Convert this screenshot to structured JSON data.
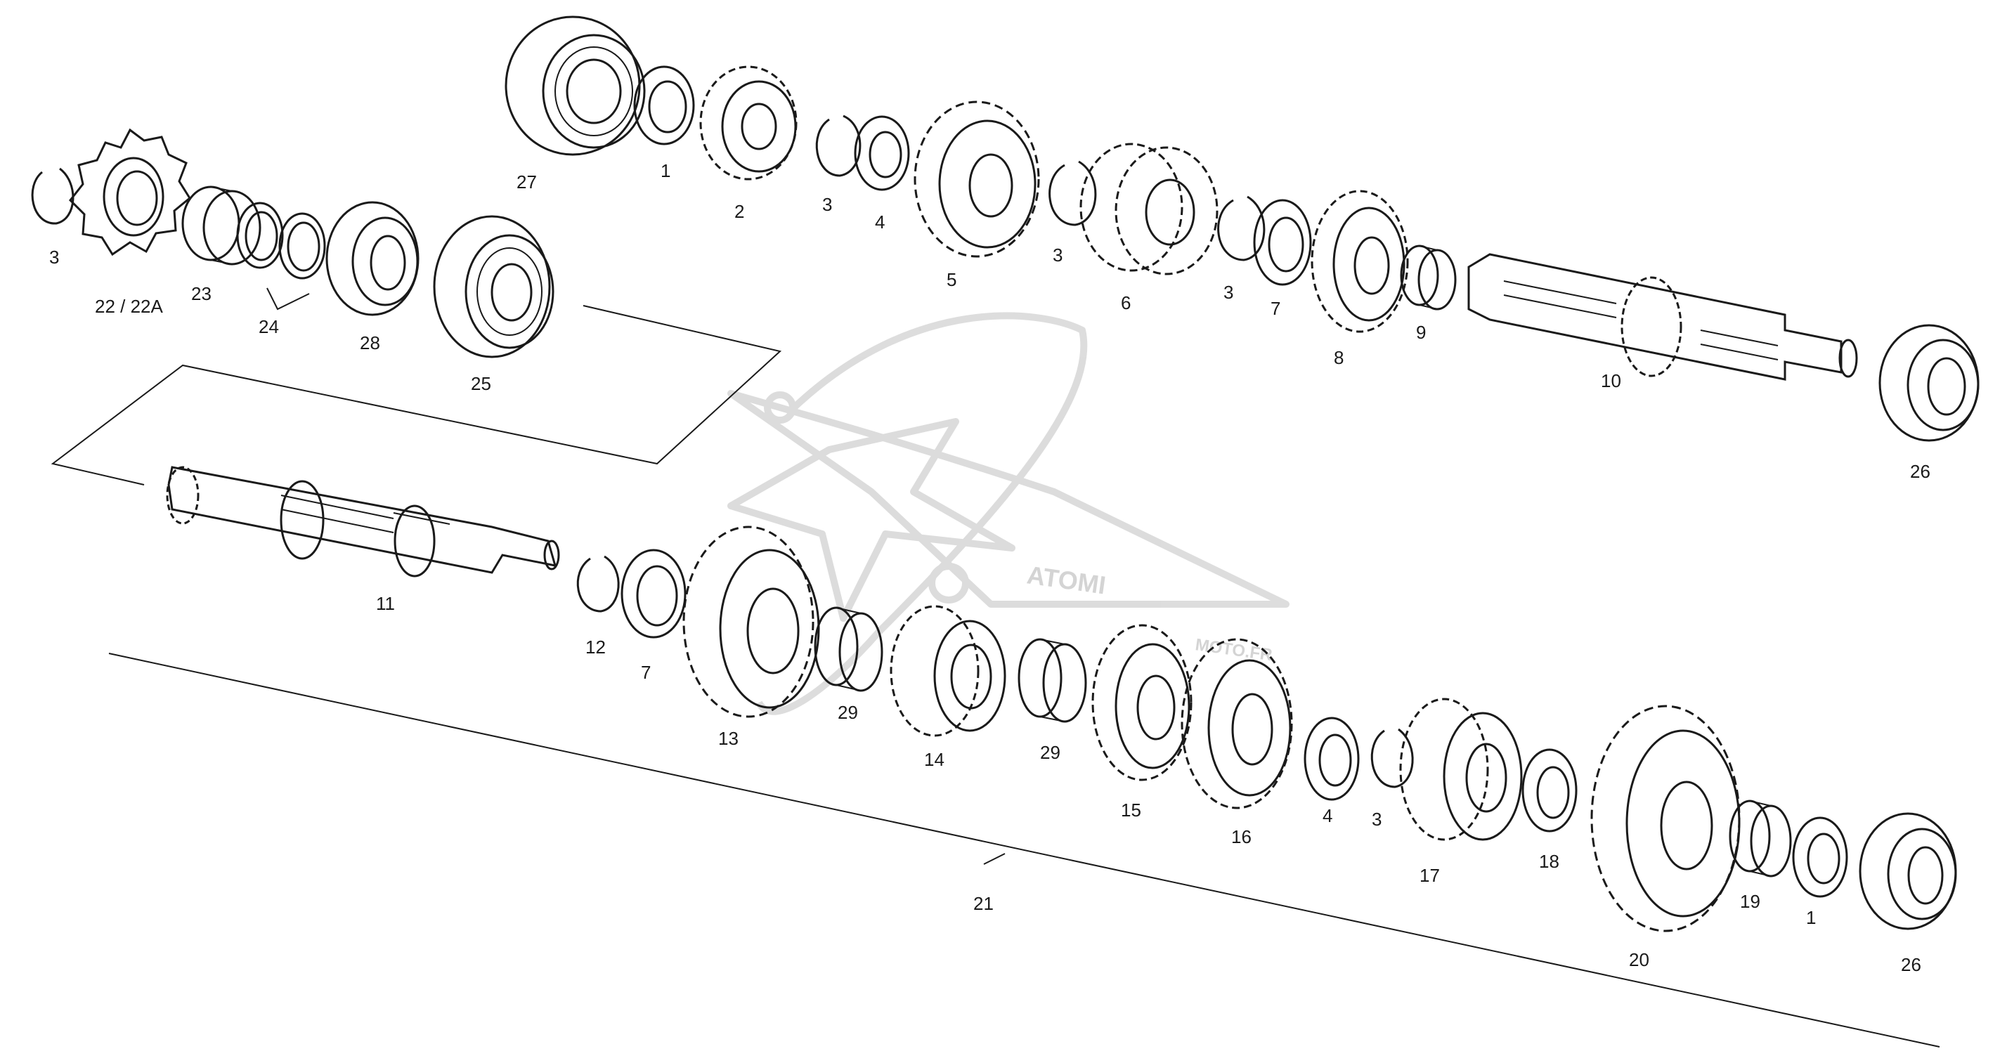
{
  "diagram": {
    "callouts": [
      {
        "id": "c27",
        "text": "27"
      },
      {
        "id": "c1a",
        "text": "1"
      },
      {
        "id": "c2",
        "text": "2"
      },
      {
        "id": "c3a",
        "text": "3"
      },
      {
        "id": "c4a",
        "text": "4"
      },
      {
        "id": "c5",
        "text": "5"
      },
      {
        "id": "c3b",
        "text": "3"
      },
      {
        "id": "c6",
        "text": "6"
      },
      {
        "id": "c3c",
        "text": "3"
      },
      {
        "id": "c7a",
        "text": "7"
      },
      {
        "id": "c8",
        "text": "8"
      },
      {
        "id": "c9",
        "text": "9"
      },
      {
        "id": "c10",
        "text": "10"
      },
      {
        "id": "c26a",
        "text": "26"
      },
      {
        "id": "c3d",
        "text": "3"
      },
      {
        "id": "c22",
        "text": "22 / 22A"
      },
      {
        "id": "c23",
        "text": "23"
      },
      {
        "id": "c24",
        "text": "24"
      },
      {
        "id": "c28",
        "text": "28"
      },
      {
        "id": "c25",
        "text": "25"
      },
      {
        "id": "c11",
        "text": "11"
      },
      {
        "id": "c12",
        "text": "12"
      },
      {
        "id": "c7b",
        "text": "7"
      },
      {
        "id": "c13",
        "text": "13"
      },
      {
        "id": "c29a",
        "text": "29"
      },
      {
        "id": "c14",
        "text": "14"
      },
      {
        "id": "c29b",
        "text": "29"
      },
      {
        "id": "c15",
        "text": "15"
      },
      {
        "id": "c16",
        "text": "16"
      },
      {
        "id": "c4b",
        "text": "4"
      },
      {
        "id": "c3e",
        "text": "3"
      },
      {
        "id": "c17",
        "text": "17"
      },
      {
        "id": "c18",
        "text": "18"
      },
      {
        "id": "c20",
        "text": "20"
      },
      {
        "id": "c19",
        "text": "19"
      },
      {
        "id": "c1b",
        "text": "1"
      },
      {
        "id": "c26b",
        "text": "26"
      },
      {
        "id": "c21",
        "text": "21"
      }
    ],
    "watermark": {
      "logo_text": "ATOMI",
      "site_text": "MOTO.FR"
    }
  }
}
